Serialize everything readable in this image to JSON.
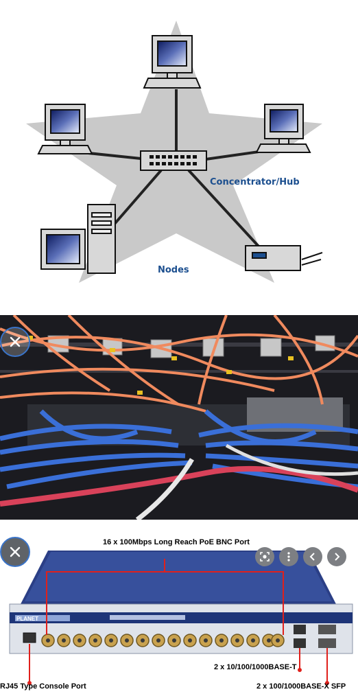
{
  "network_diagram": {
    "hub_label": "Concentrator/Hub",
    "nodes_label": "Nodes"
  },
  "switch_photo": {
    "top_label": "16 x 100Mbps Long Reach PoE BNC Port",
    "rj45_label": "2 x 10/100/1000BASE-T",
    "console_label": "RJ45 Type Console Port",
    "sfp_label": "2 x 100/1000BASE-X SFP",
    "brand": "PLANET"
  },
  "controls": {
    "close_icon": "close-icon",
    "lens_icon": "lens-icon",
    "more_icon": "more-vert-icon",
    "prev_icon": "chevron-left-icon",
    "next_icon": "chevron-right-icon"
  },
  "colors": {
    "accent_ring": "#3a74c9",
    "hub_text": "#1c4f8f"
  }
}
